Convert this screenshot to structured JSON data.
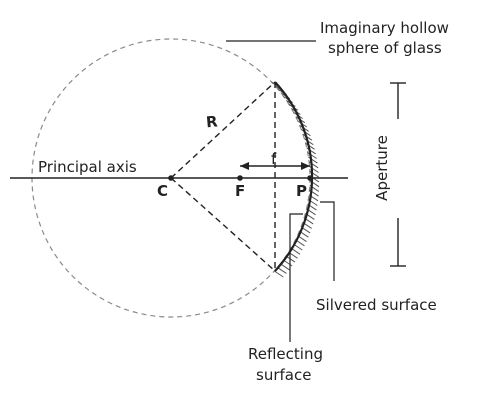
{
  "labels": {
    "sphere_line1": "Imaginary hollow",
    "sphere_line2": "sphere of glass",
    "principal_axis": "Principal axis",
    "center": "C",
    "focus": "F",
    "pole": "P",
    "radius": "R",
    "focal_length": "f",
    "aperture": "Aperture",
    "silvered_surface": "Silvered surface",
    "reflecting_line1": "Reflecting",
    "reflecting_line2": "surface"
  },
  "colors": {
    "ink": "#222222",
    "dashed_circle": "#8a8a8a",
    "hatch": "#555555"
  }
}
